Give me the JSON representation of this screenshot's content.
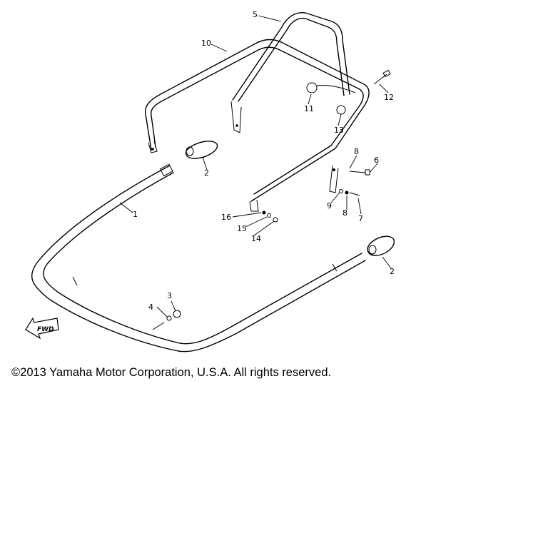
{
  "diagram": {
    "fwd_label": "FWD",
    "callouts": {
      "c1": "1",
      "c2a": "2",
      "c2b": "2",
      "c3": "3",
      "c4": "4",
      "c5": "5",
      "c6": "6",
      "c7": "7",
      "c8a": "8",
      "c8b": "8",
      "c9": "9",
      "c10": "10",
      "c11": "11",
      "c12": "12",
      "c13": "13",
      "c14": "14",
      "c15": "15",
      "c16": "16"
    }
  },
  "footer": {
    "copyright": "©2013 Yamaha Motor Corporation, U.S.A. All rights reserved."
  }
}
